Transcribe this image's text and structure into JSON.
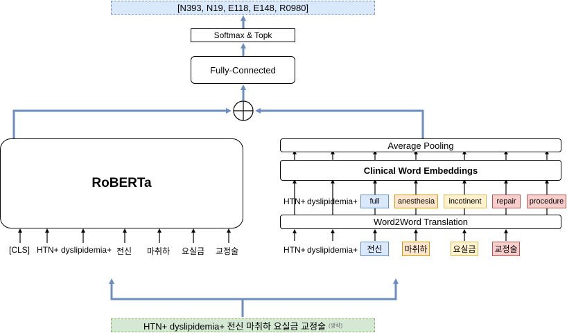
{
  "output": "[N393, N19, E118, E148, R0980]",
  "softmax_topk": "Softmax & Topk",
  "fully_connected": "Fully-Connected",
  "roberta": "RoBERTa",
  "average_pooling": "Average Pooling",
  "clinical_word_embeddings": "Clinical Word Embeddings",
  "word2word_translation": "Word2Word Translation",
  "roberta_inputs": [
    "[CLS]",
    "HTN+ dyslipidemia+",
    "전신",
    "마취하",
    "요실금",
    "교정술"
  ],
  "translated_tokens": [
    "HTN+",
    "dyslipidemia+",
    "full",
    "anesthesia",
    "incotinent",
    "repair",
    "procedure"
  ],
  "source_tokens": [
    "HTN+",
    "dyslipidemia+",
    "전신",
    "마취하",
    "요실금",
    "교정술"
  ],
  "input_text": "HTN+  dyslipidemia+ 전신 마취하 요실금 교정술",
  "input_note": "(생략)",
  "colors": {
    "arrow_blue": "#6c8ebf",
    "blue_fill": "#dae8fc",
    "blue_border": "#6c8ebf",
    "orange_fill": "#ffe6cc",
    "orange_border": "#d79b00",
    "yellow_fill": "#fff2cc",
    "yellow_border": "#d6b656",
    "red_fill": "#f8cecc",
    "red_border": "#b85450",
    "green_fill": "#d5e8d4",
    "green_border": "#82b366"
  }
}
